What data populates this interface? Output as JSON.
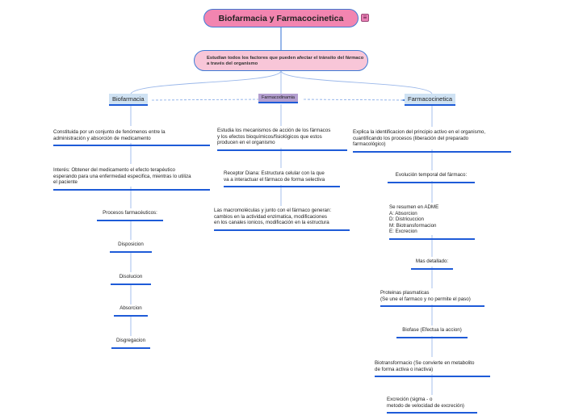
{
  "root": {
    "title": "Biofarmacia y Farmacocinetica",
    "menu_icon": "list-icon"
  },
  "subtitle": "Estudian todos los factores que pueden afectar el\ntránsito del fármaco a través del organismo",
  "branches": {
    "biofarmacia": {
      "label": "Biofarmacia",
      "items": [
        "Constituida por un conjunto de fenómenos entre la\nadministración y absorción de medicamento",
        "Interés: Obtener del medicamento el efecto terapéutico\nesperando para una enfermedad especifica, mientras lo utiliza\nel paciente",
        "Procesos farmacéuticos:",
        "Disposicion",
        "Disolucion",
        "Absorcion",
        "Disgregacion"
      ]
    },
    "farmacodinamia": {
      "label": "Farmacodinamia",
      "items": [
        "Estudia los mecanismos de acción de los fármacos\ny los efectos bioquímicos/fisiológicos que estos\nproducen en el organismo",
        "Receptor Diana: Estructura celular con la que\nva a interactuar el fármaco de forma selectiva",
        "Las macromoléculas y junto con el fármaco generan:\ncambios en la actividad enzimatica, modificaciones\nen los canales ionicos, modificación en la estructura"
      ]
    },
    "farmacocinetica": {
      "label": "Farmacocinetica",
      "items": [
        "Explica la identificacion del principio activo en el organismo,\ncuantificando los procesos (liberación del preparado\nfarmacológico)",
        "Evolución temporal del fármaco:",
        "Se resumen en ADME\nA: Absorcion\nD: Districuccion\nM: Biotransformacion\nE: Excrecion",
        "Mas detallado:",
        "Proteinas plasmaticas\n(Se une el farmaco y no permite el paso)",
        "Biofase (Efectua la accion)",
        "Biotransformacio (Se convierte en metabolito\nde forma activa o inactiva)",
        "Excreción (sigma - o\nmetodo de velocidad de excreción)"
      ]
    }
  },
  "colors": {
    "root_fill": "#f285b0",
    "subtitle_fill": "#f8c6d8",
    "branch_fill": "#cfe2f3",
    "farmacodinamia_fill": "#b49fd0",
    "line": "#1e5bd8",
    "connector": "#8fb0e6"
  }
}
